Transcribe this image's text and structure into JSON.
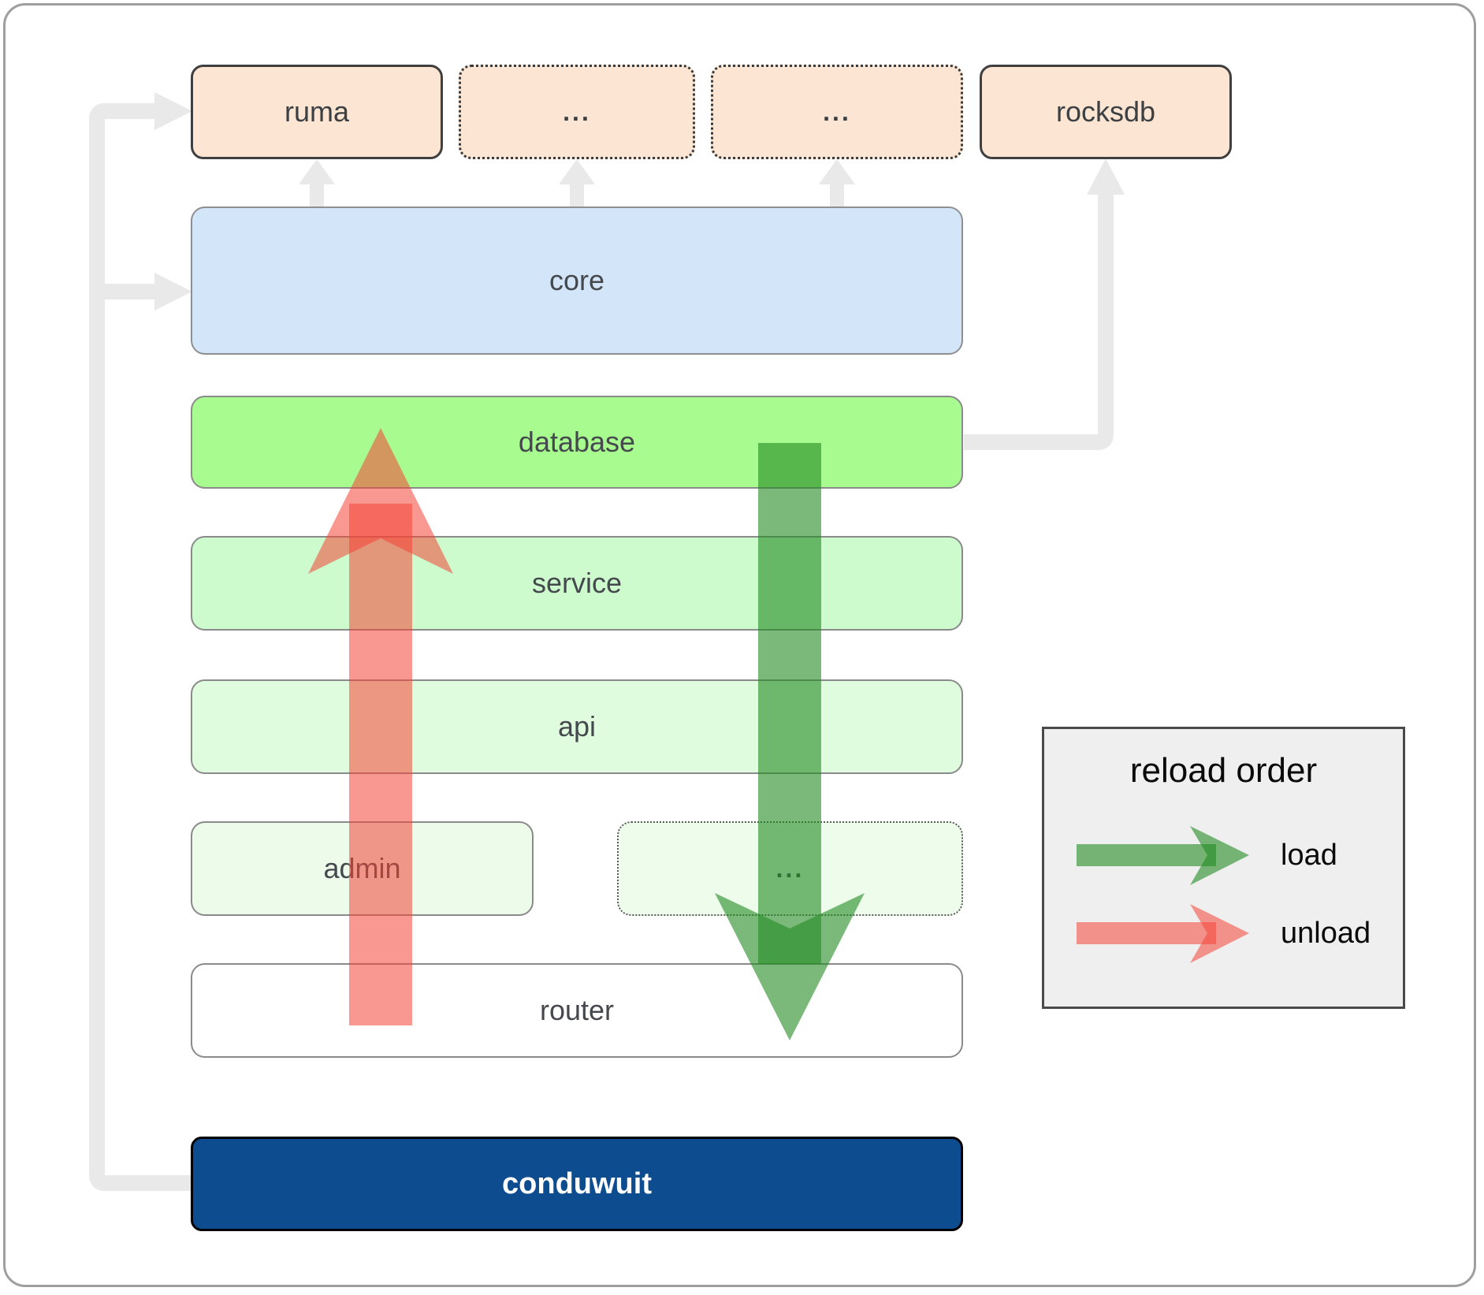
{
  "boxes": {
    "ruma": "ruma",
    "module1": "...",
    "module2": "...",
    "rocksdb": "rocksdb",
    "core": "core",
    "database": "database",
    "service": "service",
    "api": "api",
    "admin": "admin",
    "more_modules": "...",
    "router": "router",
    "conduwuit": "conduwuit"
  },
  "legend": {
    "title": "reload order",
    "load_label": "load",
    "unload_label": "unload"
  },
  "colors": {
    "dependency_peach": "#fce5d2",
    "core_blue": "#d3e5f8",
    "database_green": "#a8fb8e",
    "service_green": "#cdfbcd",
    "api_green": "#e0fcde",
    "admin_green": "#ecfbea",
    "router_white": "#ffffff",
    "conduwuit_navy": "#0d4d8f",
    "load_arrow_green": "#228b22",
    "unload_arrow_red": "#f44336",
    "connector_gray": "#e9e9e9",
    "legend_bg": "#efefef"
  }
}
